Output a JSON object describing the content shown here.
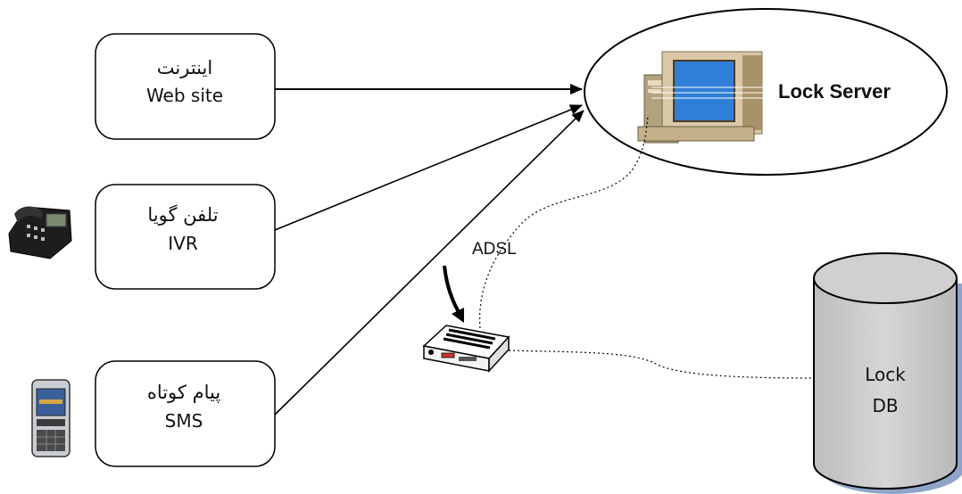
{
  "sources": {
    "internet": {
      "label_fa": "اینترنت",
      "label_en": "Web site"
    },
    "ivr": {
      "label_fa": "تلفن گویا",
      "label_en": "IVR"
    },
    "sms": {
      "label_fa": "پیام کوتاه",
      "label_en": "SMS"
    }
  },
  "server": {
    "label": "Lock Server"
  },
  "database": {
    "line1": "Lock",
    "line2": "DB"
  },
  "link": {
    "label": "ADSL"
  },
  "colors": {
    "stroke": "#000000",
    "db_fill": "#cfcfcf",
    "db_shadow": "#8fa4c8",
    "monitor_screen": "#2f7fd8",
    "computer_beige": "#d9c9a8"
  }
}
